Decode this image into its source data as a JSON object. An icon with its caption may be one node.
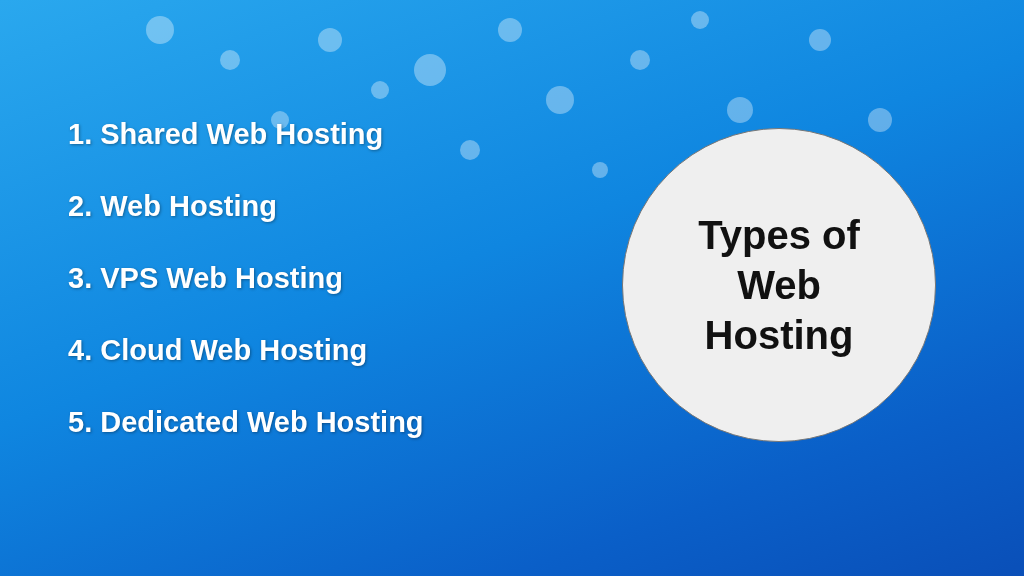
{
  "diagram": {
    "nodes": [
      {
        "text": [
          "Types of Web Hosting"
        ]
      }
    ],
    "labels": [
      "1. Shared Web Hosting",
      "2. Web Hosting",
      "3. VPS Web Hosting",
      "4. Cloud Web Hosting",
      "5. Dedicated Web Hosting"
    ]
  }
}
